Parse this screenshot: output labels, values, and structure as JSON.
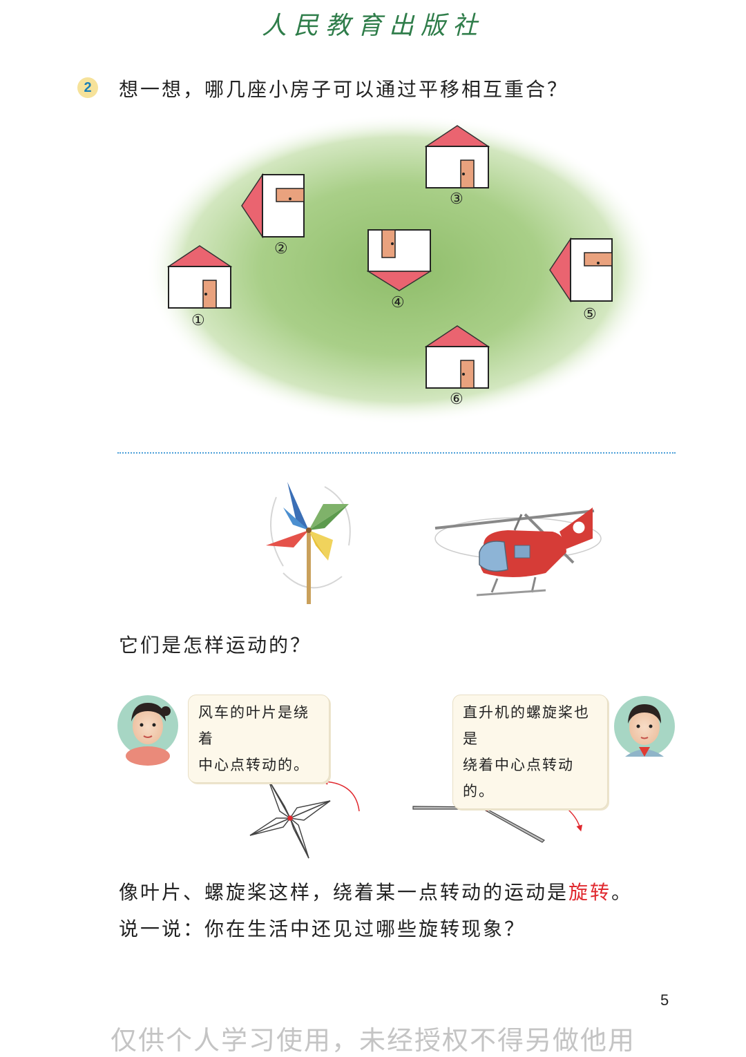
{
  "header": {
    "publisher": "人民教育出版社"
  },
  "question": {
    "number": "2",
    "text": "想一想，哪几座小房子可以通过平移相互重合？"
  },
  "houses": [
    {
      "label": "①"
    },
    {
      "label": "②"
    },
    {
      "label": "③"
    },
    {
      "label": "④"
    },
    {
      "label": "⑤"
    },
    {
      "label": "⑥"
    }
  ],
  "colors": {
    "roof": "#ea6470",
    "door": "#e9a27e",
    "meadow": "#9cc57b",
    "divider": "#4a9fd8",
    "highlight": "#e0282e"
  },
  "motion_question": "它们是怎样运动的？",
  "dialogue": {
    "girl": {
      "line1": "风车的叶片是绕着",
      "line2": "中心点转动的。"
    },
    "boy": {
      "line1": "直升机的螺旋桨也是",
      "line2": "绕着中心点转动的。"
    }
  },
  "definition": {
    "before": "像叶片、螺旋桨这样，绕着某一点转动的运动是",
    "term": "旋转",
    "after": "。"
  },
  "discussion": "说一说：你在生活中还见过哪些旋转现象？",
  "page_number": "5",
  "watermark": "仅供个人学习使用，未经授权不得另做他用"
}
